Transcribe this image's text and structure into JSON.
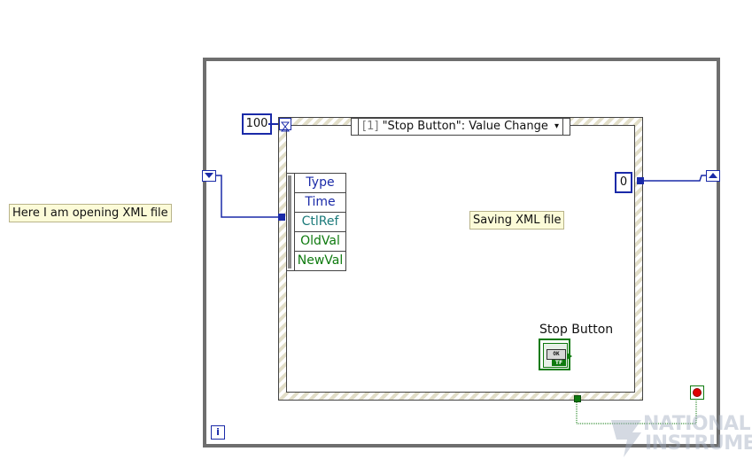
{
  "block_diagram": {
    "comment_left": "Here I am opening XML file",
    "comment_center": "Saving XML file",
    "timeout_constant": "100",
    "event_selector": {
      "index": "[1]",
      "label": "\"Stop Button\": Value Change",
      "arrow": "▾"
    },
    "event_data_node": [
      "Type",
      "Time",
      "CtlRef",
      "OldVal",
      "NewVal"
    ],
    "output_constant": "0",
    "stop_button": {
      "label": "Stop Button",
      "glyph": "OK",
      "type_tag": "TF"
    },
    "iteration_terminal": "i",
    "watermark": {
      "line1": "NATIONAL",
      "line2": "INSTRUMENTS"
    }
  },
  "colors": {
    "wire_numeric": "#1a2aa8",
    "wire_boolean": "#0e7a0e",
    "frame": "#6e6e6e",
    "comment_bg": "#fcfbd8"
  }
}
